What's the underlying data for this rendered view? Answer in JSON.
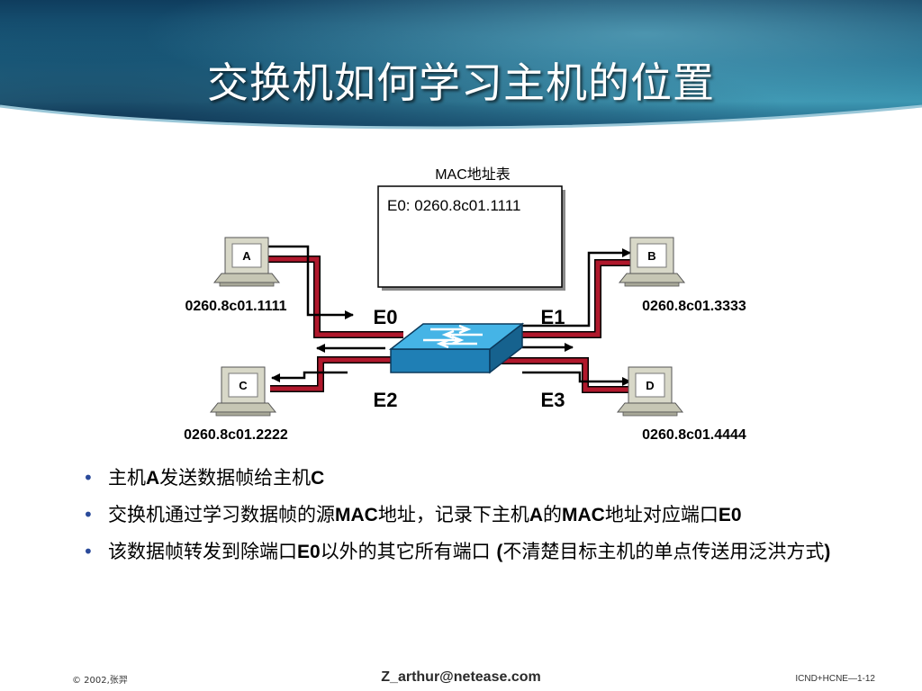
{
  "title": "交换机如何学习主机的位置",
  "diagram": {
    "mac_table": {
      "label": "MAC地址表",
      "entry": "E0:  0260.8c01.1111"
    },
    "ports": {
      "e0": "E0",
      "e1": "E1",
      "e2": "E2",
      "e3": "E3"
    },
    "hosts": {
      "a": {
        "letter": "A",
        "mac": "0260.8c01.1111"
      },
      "b": {
        "letter": "B",
        "mac": "0260.8c01.3333"
      },
      "c": {
        "letter": "C",
        "mac": "0260.8c01.2222"
      },
      "d": {
        "letter": "D",
        "mac": "0260.8c01.4444"
      }
    },
    "colors": {
      "link_red": "#b0182c",
      "switch_blue": "#2d9fd6"
    }
  },
  "bullets": {
    "b1": {
      "t1": "主机",
      "b1": "A",
      "t2": "发送数据帧给主机",
      "b2": "C"
    },
    "b2": {
      "t1": "交换机通过学习数据帧的源",
      "b1": "MAC",
      "t2": "地址，记录下主机",
      "b2": "A",
      "t3": "的",
      "b3": "MAC",
      "t4": "地址对应端口",
      "b4": "E0"
    },
    "b3": {
      "t1": "该数据帧转发到除端口",
      "b1": "E0",
      "t2": "以外的其它所有端口 ",
      "b2": "(",
      "t3": "不清楚目标主机的单点传送用泛洪方式",
      "b3": ")"
    }
  },
  "footer": {
    "left": "© 2002,张羿",
    "center": "Z_arthur@netease.com",
    "right": "ICND+HCNE—1-12"
  }
}
